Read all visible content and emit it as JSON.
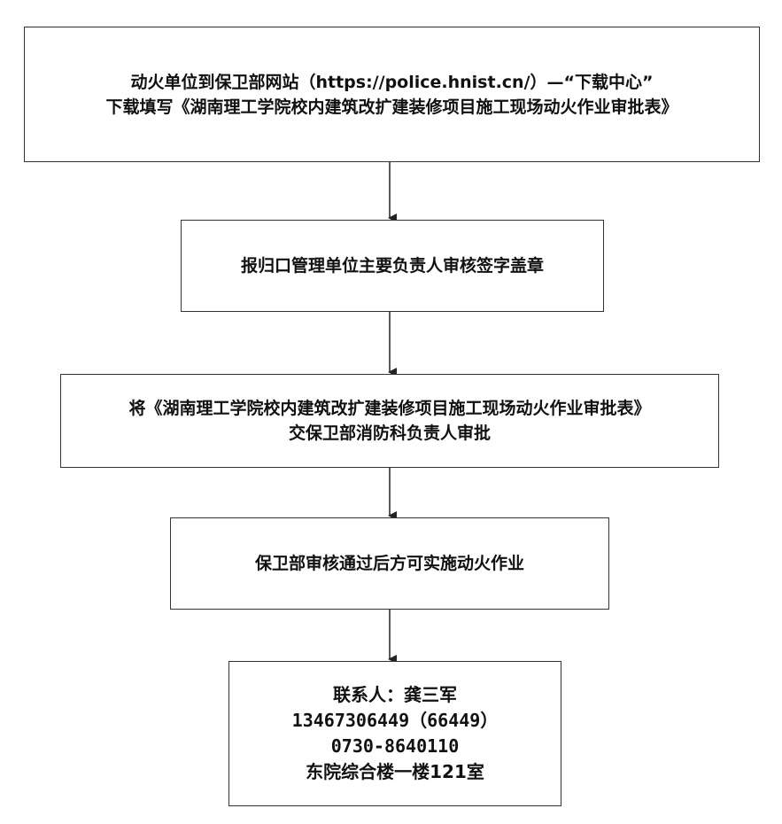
{
  "flowchart": {
    "steps": [
      {
        "lines": [
          "动火单位到保卫部网站（https://police.hnist.cn/）—“下载中心”",
          "下载填写《湖南理工学院校内建筑改扩建装修项目施工现场动火作业审批表》"
        ]
      },
      {
        "lines": [
          "报归口管理单位主要负责人审核签字盖章"
        ]
      },
      {
        "lines": [
          "将《湖南理工学院校内建筑改扩建装修项目施工现场动火作业审批表》",
          "交保卫部消防科负责人审批"
        ]
      },
      {
        "lines": [
          "保卫部审核通过后方可实施动火作业"
        ]
      },
      {
        "lines": [
          "联系人：龚三军",
          "13467306449（66449）",
          "0730-8640110",
          "东院综合楼一楼121室"
        ]
      }
    ]
  }
}
